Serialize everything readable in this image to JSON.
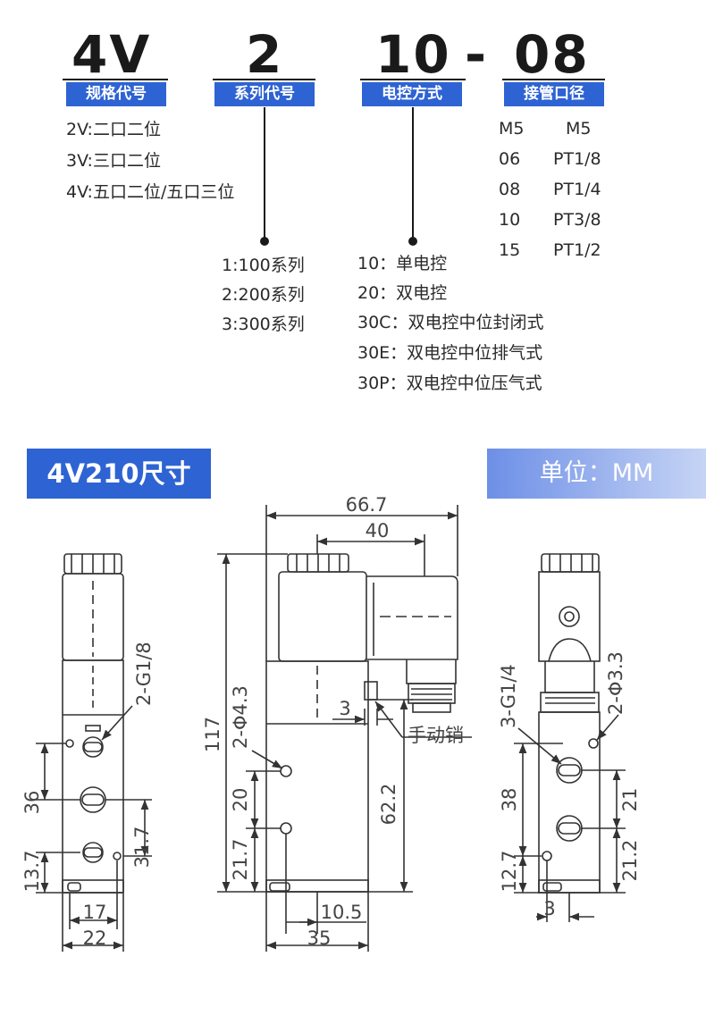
{
  "header": {
    "codes": [
      "4V",
      "2",
      "10",
      "-",
      "08"
    ],
    "tags": [
      "规格代号",
      "系列代号",
      "电控方式",
      "接管口径"
    ]
  },
  "spec_options": [
    "2V:二口二位",
    "3V:三口二位",
    "4V:五口二位/五口三位"
  ],
  "series_options": [
    "1:100系列",
    "2:200系列",
    "3:300系列"
  ],
  "control_options": [
    "10：单电控",
    "20：双电控",
    "30C：双电控中位封闭式",
    "30E：双电控中位排气式",
    "30P：双电控中位压气式"
  ],
  "port_options": [
    {
      "code": "M5",
      "size": "M5"
    },
    {
      "code": "06",
      "size": "PT1/8"
    },
    {
      "code": "08",
      "size": "PT1/4"
    },
    {
      "code": "10",
      "size": "PT3/8"
    },
    {
      "code": "15",
      "size": "PT1/2"
    }
  ],
  "banner": {
    "title": "4V210尺寸",
    "unit": "单位：MM"
  },
  "drawing": {
    "left": {
      "dims": [
        "2-G1/8",
        "36",
        "13.7",
        "31.7",
        "17",
        "22"
      ]
    },
    "middle": {
      "dims": [
        "66.7",
        "40",
        "117",
        "2-Φ4.3",
        "20",
        "21.7",
        "3",
        "手动销",
        "62.2",
        "10.5",
        "35"
      ]
    },
    "right": {
      "dims": [
        "3-G1/4",
        "2-Φ3.3",
        "38",
        "12.7",
        "21",
        "21.2",
        "3"
      ]
    }
  }
}
